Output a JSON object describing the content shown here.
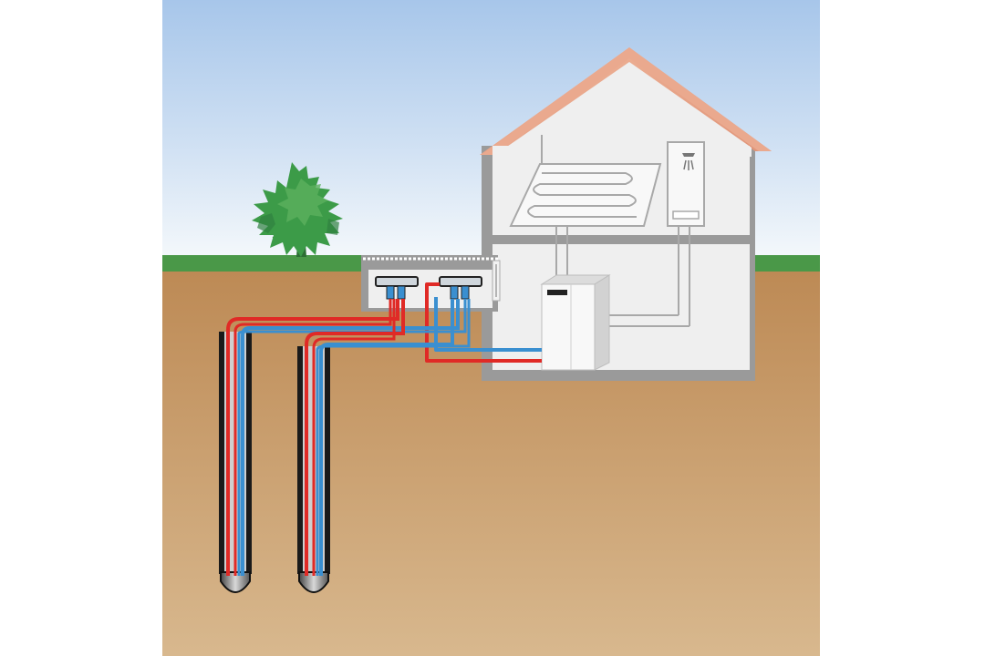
{
  "diagram": {
    "kind": "ground-source heat pump with vertical borehole probes",
    "caption": "",
    "colors": {
      "sky_top": "#a7c6ea",
      "sky_bottom": "#f2f7fb",
      "grass": "#4a9848",
      "soil_top": "#bd8a55",
      "soil_bottom": "#d6b48c",
      "house_wall": "#9a9a9a",
      "house_interior": "#efefef",
      "roof": "#e8a58a",
      "pipe_hot": "#e02a26",
      "pipe_cold": "#3a8fd0",
      "probe_casing": "#1a1a1a",
      "heat_pump": "#f8f8f8",
      "tree": "#3c9b48"
    },
    "icons": [
      "tree-icon",
      "shower-icon",
      "heat-pump-unit",
      "underfloor-heating-coil",
      "manifold",
      "borehole-probe"
    ],
    "boreholes": 2,
    "manifolds": 2,
    "rooms": [
      "floor-heating-room",
      "bathroom-with-shower",
      "basement-with-heat-pump"
    ]
  }
}
